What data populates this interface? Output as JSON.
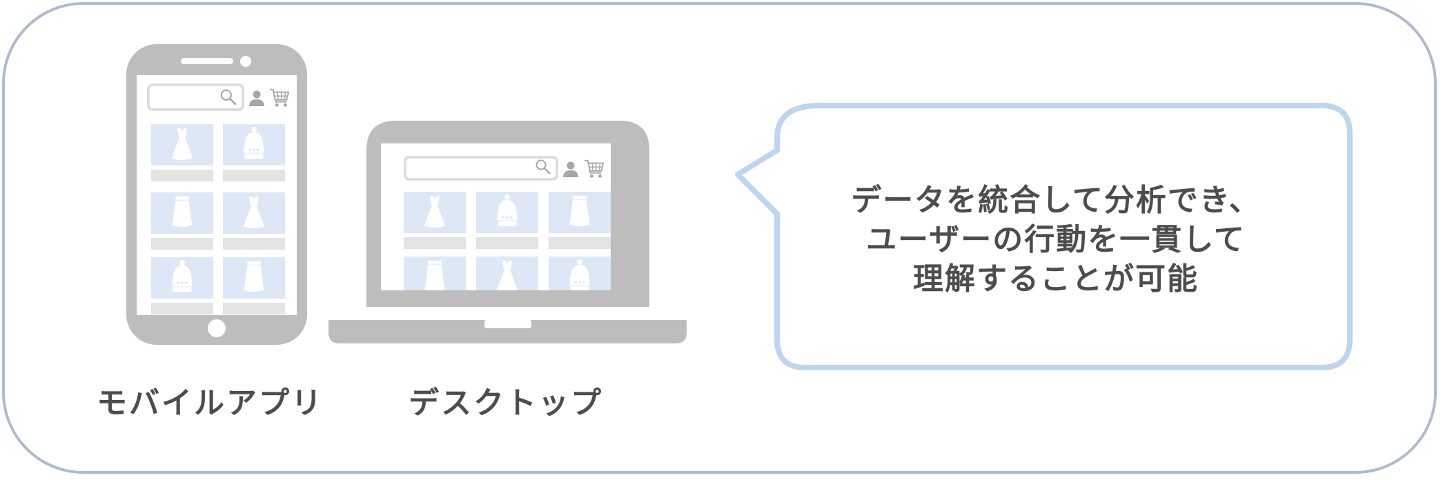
{
  "labels": {
    "mobile": "モバイルアプリ",
    "desktop": "デスクトップ"
  },
  "bubble": {
    "lines": [
      "データを統合して分析でき、",
      "ユーザーの行動を一貫して",
      "理解することが可能"
    ]
  },
  "colors": {
    "frame_border": "#aebbcc",
    "device_gray": "#bdbdbd",
    "tile_blue": "#dde7f5",
    "caption_bar": "#e3e3e3",
    "bubble_border": "#bdd5ee",
    "text": "#4d4d4d"
  },
  "icons": [
    "search-icon",
    "user-icon",
    "cart-icon",
    "dress-icon",
    "knit-hat-icon",
    "skirt-icon"
  ]
}
